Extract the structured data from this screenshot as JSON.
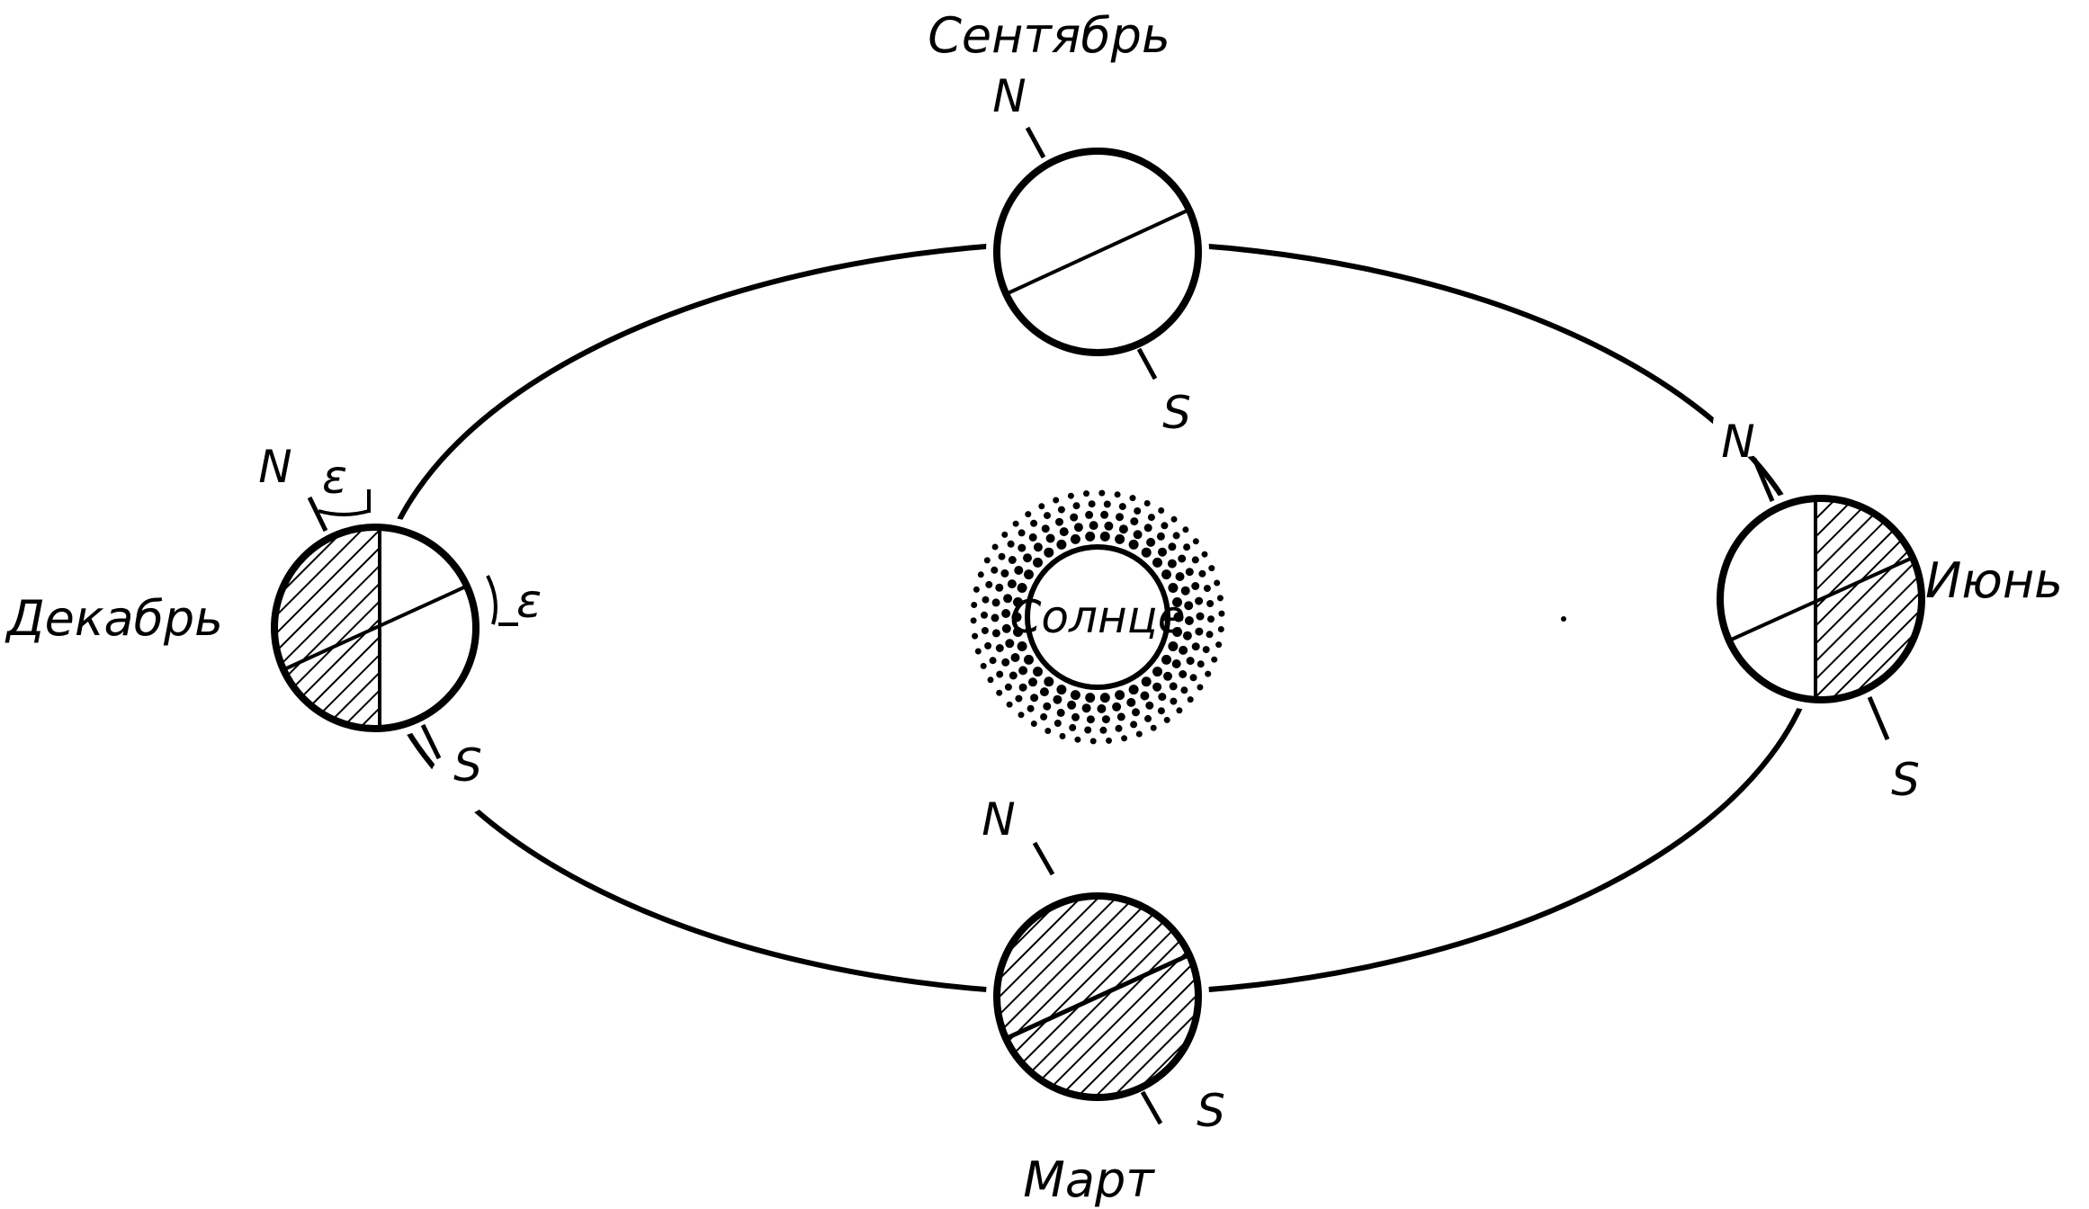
{
  "colors": {
    "ink": "#000000",
    "background": "#ffffff"
  },
  "sun": {
    "label": "Солнце"
  },
  "symbols": {
    "north": "N",
    "south": "S",
    "obliquity": "ε"
  },
  "earth_positions": [
    {
      "id": "september",
      "month": "Сентябрь",
      "north_label": "N",
      "south_label": "S",
      "illuminated_hemisphere": "full"
    },
    {
      "id": "june",
      "month": "Июнь",
      "north_label": "N",
      "south_label": "S",
      "illuminated_hemisphere": "left"
    },
    {
      "id": "march",
      "month": "Март",
      "north_label": "N",
      "south_label": "S",
      "illuminated_hemisphere": "none"
    },
    {
      "id": "december",
      "month": "Декабрь",
      "north_label": "N",
      "south_label": "S",
      "illuminated_hemisphere": "right"
    }
  ]
}
